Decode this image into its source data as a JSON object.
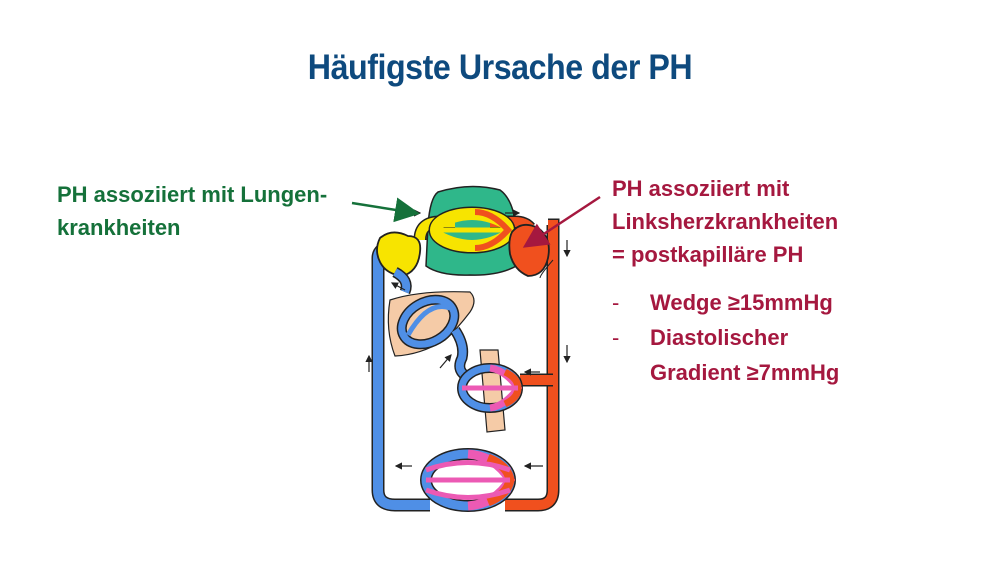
{
  "slide": {
    "title": "Häufigste Ursache der PH"
  },
  "left_label": {
    "line1": "PH assoziiert mit Lungen-",
    "line2": "krankheiten",
    "color": "#15713a"
  },
  "right_label": {
    "line1": "PH assoziiert mit",
    "line2": "Linksherzkrankheiten",
    "line3": "= postkapilläre PH",
    "color": "#a5183f",
    "bullets": [
      {
        "dash": "-",
        "lines": [
          "Wedge ≥15mmHg"
        ]
      },
      {
        "dash": "-",
        "lines": [
          "Diastolischer",
          "Gradient ≥7mmHg"
        ]
      }
    ]
  },
  "colors": {
    "title": "#0e4a7e",
    "venous": "#4f8fe6",
    "arterial": "#f0501e",
    "pulmonary_oxygenated": "#f7e400",
    "capillary_pink": "#ec5ab4",
    "lung": "#2fb78a",
    "tissue": "#f5cba7"
  },
  "icons": [
    "circulation-diagram",
    "heart-right-atrium",
    "heart-left-atrium",
    "lung-shape",
    "liver-shape",
    "intestine-shape"
  ]
}
